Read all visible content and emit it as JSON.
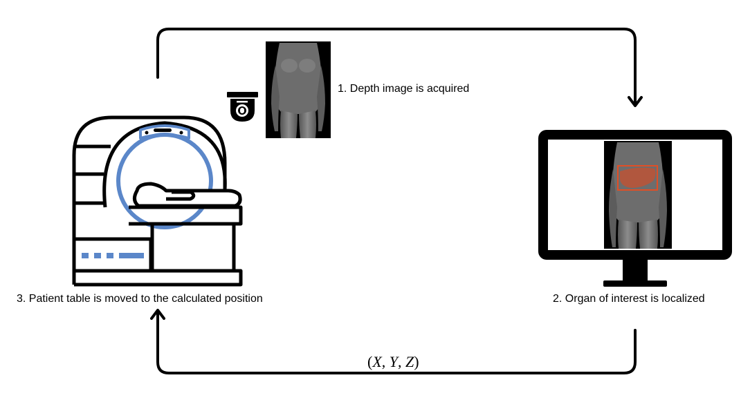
{
  "steps": [
    {
      "id": "step-1",
      "label": "1. Depth image is acquired"
    },
    {
      "id": "step-2",
      "label": "2. Organ of interest is localized"
    },
    {
      "id": "step-3",
      "label": "3. Patient table is moved to the calculated position"
    }
  ],
  "coordinates": {
    "open": "(",
    "x": "X",
    "sep1": ", ",
    "y": "Y",
    "sep2": ", ",
    "z": "Z",
    "close": ")"
  },
  "icons": {
    "camera": "depth-camera-icon",
    "depth_image": "depth-image",
    "monitor": "monitor-icon",
    "scanner": "ct-scanner-icon",
    "organ_box": "organ-bounding-box"
  },
  "colors": {
    "scanner_accent": "#5b87c9",
    "organ_box": "#e24e25",
    "organ_fill": "#c8502f",
    "line": "#000000"
  }
}
